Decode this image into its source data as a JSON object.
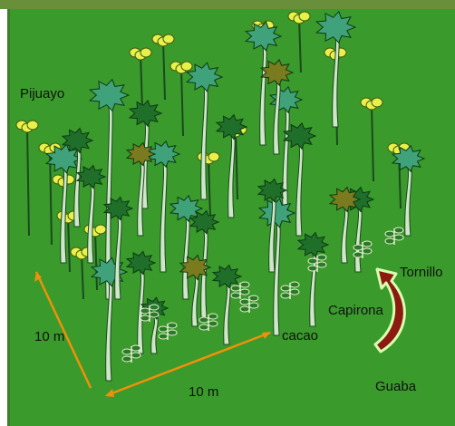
{
  "labels": {
    "pijuayo": "Pijuayo",
    "tornillo": "Tornillo",
    "capirona": "Capirona",
    "cacao": "cacao",
    "guaba": "Guaba",
    "dim_left": "10 m",
    "dim_bottom": "10 m"
  },
  "colors": {
    "frame_top": "#6a8f3a",
    "field": "#3a9a2c",
    "canopy_dark": "#1f6e2a",
    "canopy_teal": "#3fa27a",
    "canopy_olive": "#7a7a1e",
    "trunk": "#cfe6c8",
    "pijuayo_leaf": "#e6f24a",
    "measure_line": "#f0900a",
    "arrow_fill": "#8b1a10",
    "arrow_outline": "#d9ffb0"
  }
}
